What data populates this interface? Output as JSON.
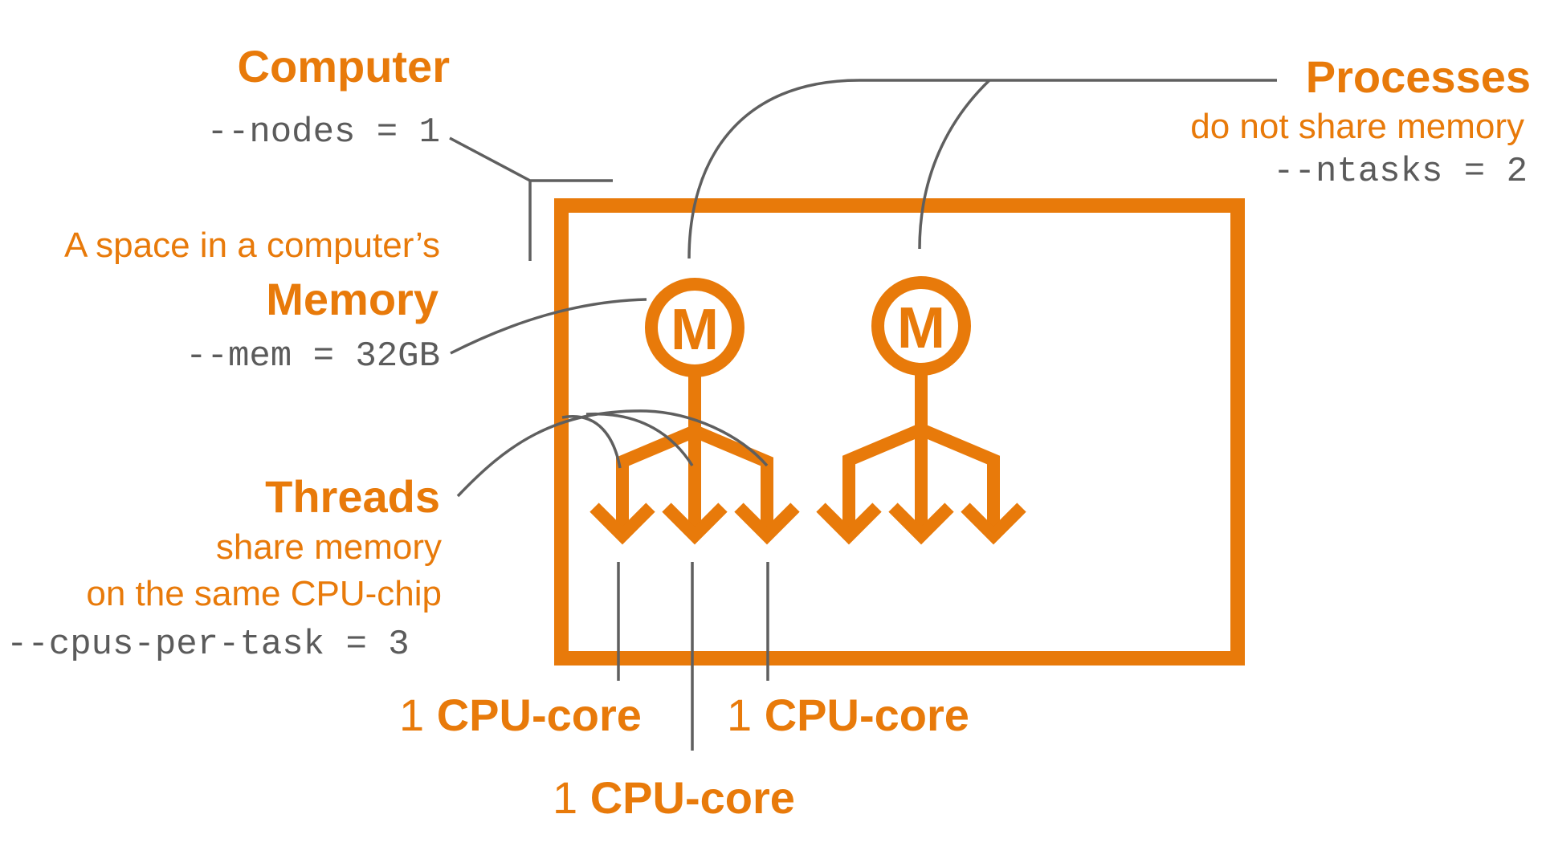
{
  "computer": {
    "title": "Computer",
    "option": "--nodes = 1"
  },
  "processes": {
    "title": "Processes",
    "note": "do not share memory",
    "option": "--ntasks = 2"
  },
  "memory": {
    "intro": "A space in a computer’s",
    "title": "Memory",
    "option": "--mem = 32GB",
    "symbol": "M"
  },
  "threads": {
    "title": "Threads",
    "note_line1": "share memory",
    "note_line2": "on the same CPU-chip",
    "option": "--cpus-per-task = 3"
  },
  "cores": [
    {
      "count": "1",
      "label": "CPU-core"
    },
    {
      "count": "1",
      "label": "CPU-core"
    },
    {
      "count": "1",
      "label": "CPU-core"
    }
  ],
  "colors": {
    "accent": "#E87A0A",
    "line": "#5f5f5f",
    "code": "#5b5b5b"
  }
}
